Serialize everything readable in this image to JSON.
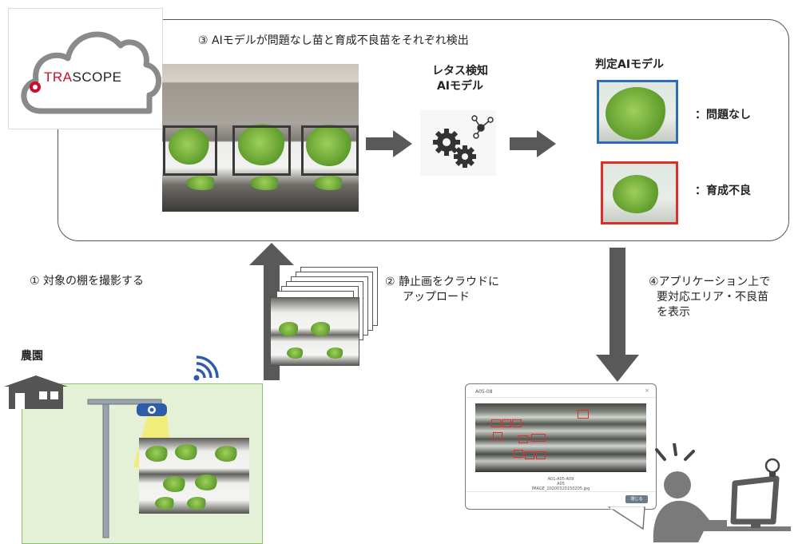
{
  "logo": {
    "brand_prefix": "TRA",
    "brand_red": "",
    "brand_suffix": "SCOPE",
    "icon": "trascope-logo-icon"
  },
  "step3": {
    "label": "③ AIモデルが問題なし苗と育成不良苗をそれぞれ検出"
  },
  "detector": {
    "line1": "レタス検知",
    "line2": "AIモデル",
    "icon": "gears-ai-icon"
  },
  "judge": {
    "title": "判定AIモデル",
    "ok_label": "：問題なし",
    "bad_label": "：育成不良"
  },
  "step1": {
    "label": "① 対象の棚を撮影する"
  },
  "step2": {
    "line1": "② 静止画をクラウドに",
    "line2": "アップロード"
  },
  "step4": {
    "line1": "④アプリケーション上で",
    "line2": "要対応エリア・不良苗",
    "line3": "を表示"
  },
  "farm": {
    "label": "農園"
  },
  "app_window": {
    "title": "A05-08",
    "caption1": "A01-A05-A09",
    "caption2": "A05",
    "caption3": "IMAGE_20200320150205.jpg",
    "button": "閉じる"
  },
  "colors": {
    "ok_border": "#2e6db3",
    "bad_border": "#d9302c",
    "farm_bg": "#e4f1d6",
    "arrow": "#595959",
    "brand_red": "#c8102e"
  }
}
